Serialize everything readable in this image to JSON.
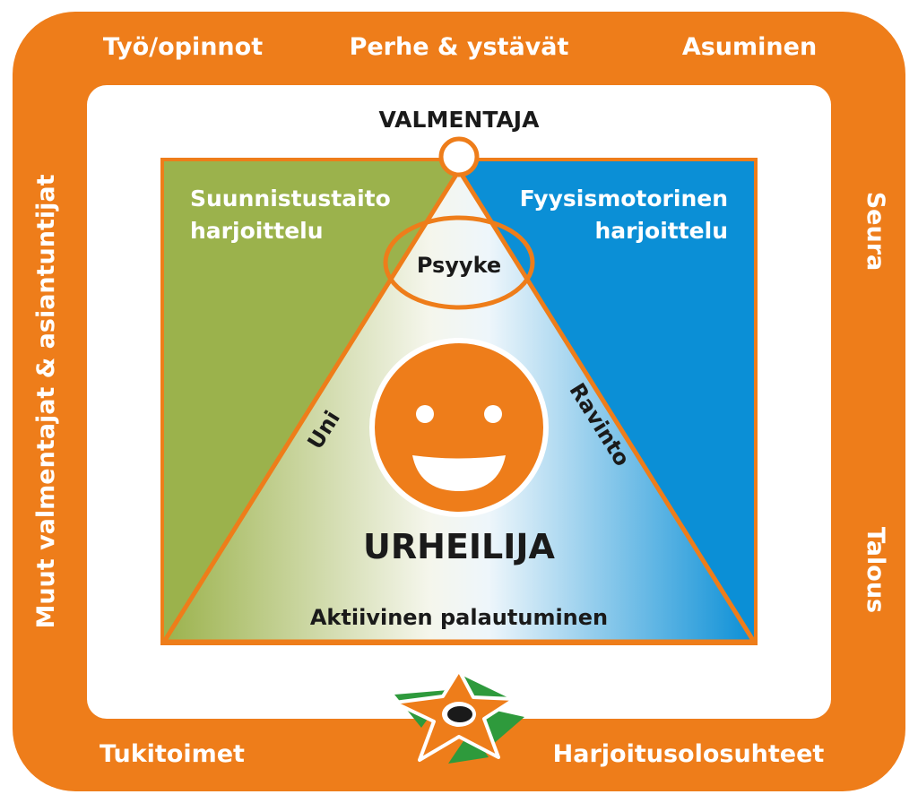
{
  "frame": {
    "top_left": "Työ/opinnot",
    "top_center": "Perhe & ystävät",
    "top_right": "Asuminen",
    "left": "Muut valmentajat & asiantuntijat",
    "right_top": "Seura",
    "right_bottom": "Talous",
    "bottom_left": "Tukitoimet",
    "bottom_right": "Harjoitusolosuhteet"
  },
  "center": {
    "coach": "VALMENTAJA",
    "left_panel_line1": "Suunnistustaito",
    "left_panel_line2": "harjoittelu",
    "right_panel_line1": "Fyysismotorinen",
    "right_panel_line2": "harjoittelu",
    "psyche": "Psyyke",
    "left_edge": "Uni",
    "right_edge": "Ravinto",
    "athlete": "URHEILIJA",
    "base": "Aktiivinen palautuminen"
  },
  "colors": {
    "orange": "#EE7D1A",
    "green": "#9BB24C",
    "blue": "#0B8FD6",
    "dark_text": "#1A1A1A",
    "white": "#FFFFFF",
    "star_green": "#2E9A3C"
  }
}
